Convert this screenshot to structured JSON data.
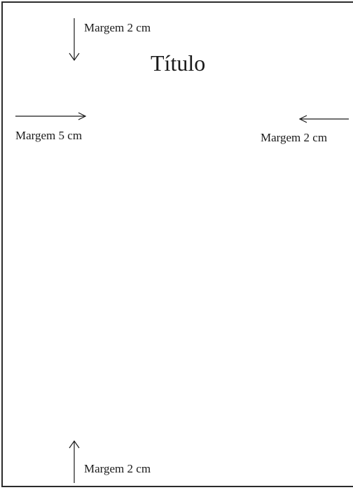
{
  "title": "Título",
  "margins": {
    "top": {
      "label": "Margem 2 cm",
      "direction": "down"
    },
    "left": {
      "label": "Margem 5 cm",
      "direction": "right"
    },
    "right": {
      "label": "Margem 2 cm",
      "direction": "left"
    },
    "bottom": {
      "label": "Margem 2 cm",
      "direction": "up"
    }
  }
}
